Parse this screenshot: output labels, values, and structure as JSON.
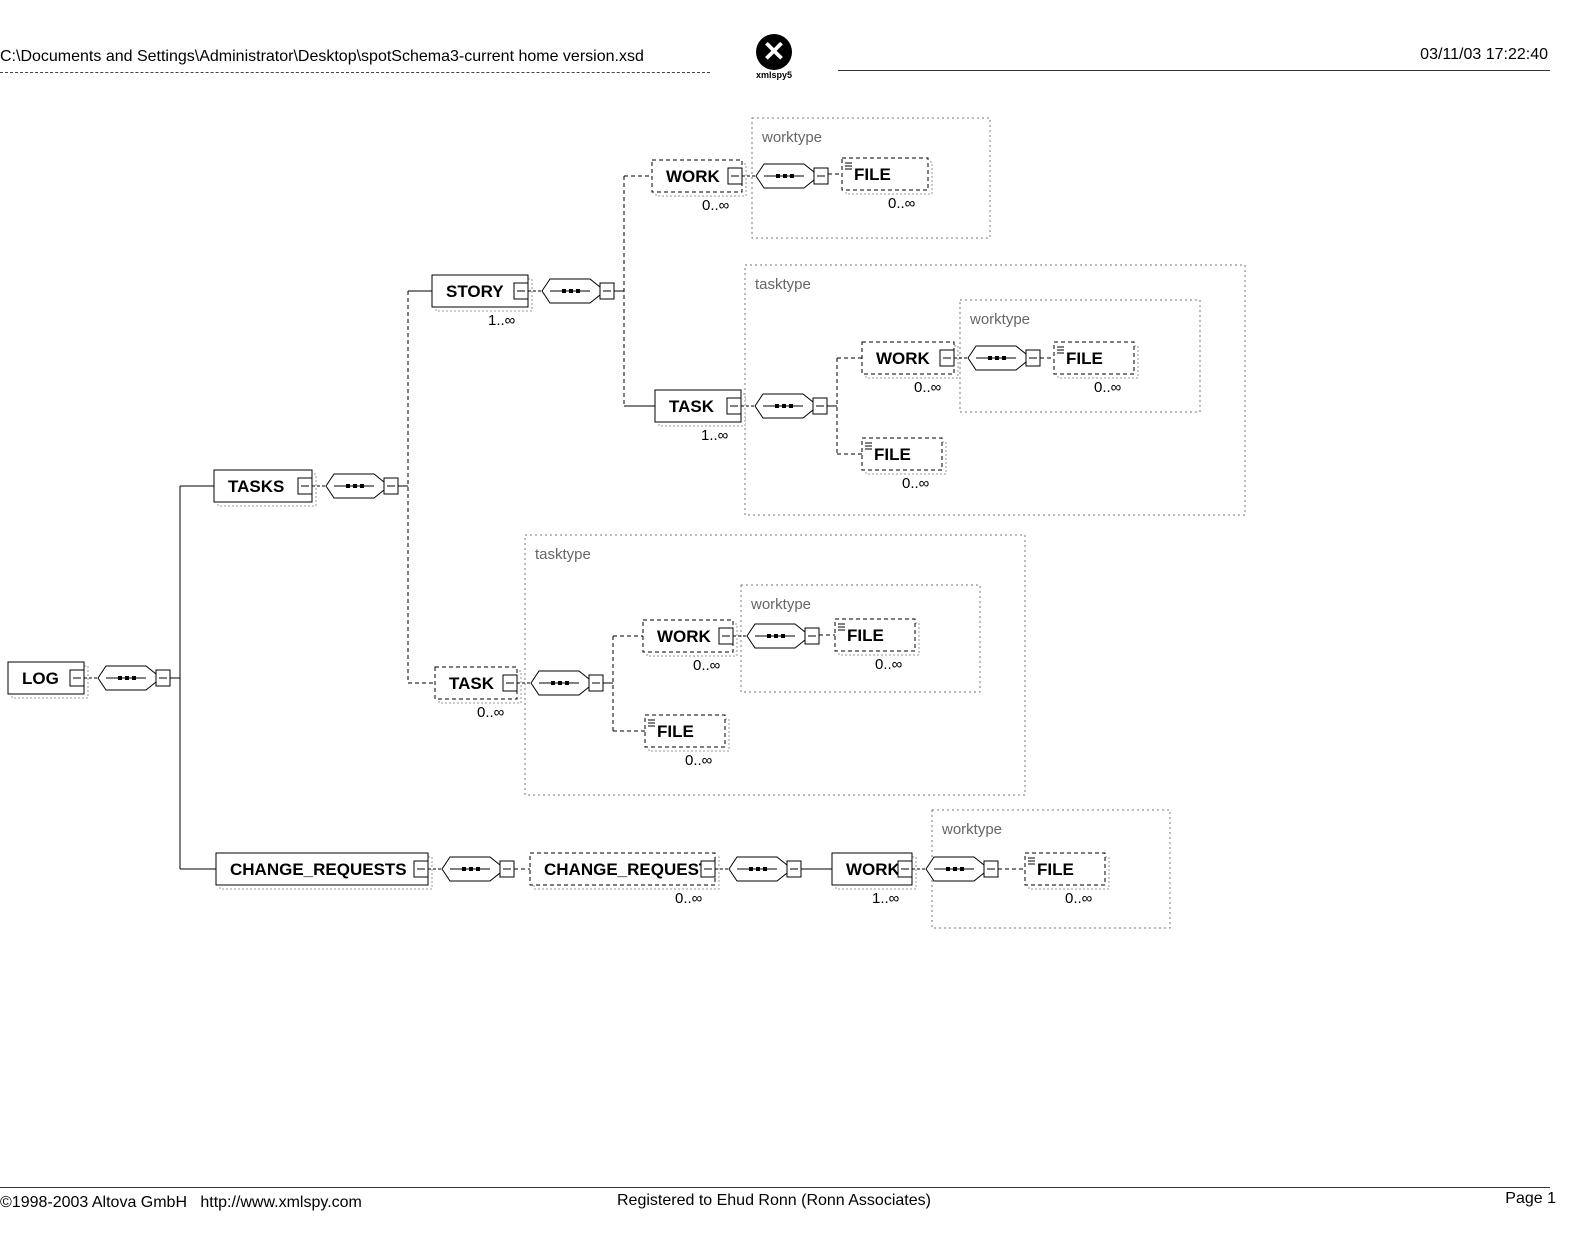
{
  "header": {
    "file_path": "C:\\Documents and Settings\\Administrator\\Desktop\\spotSchema3-current home version.xsd",
    "logo_text": "xmlspy5",
    "timestamp": "03/11/03 17:22:40"
  },
  "footer": {
    "copyright": "©1998-2003 Altova GmbH   http://www.xmlspy.com",
    "registered": "Registered to Ehud Ronn (Ronn Associates)",
    "page": "Page 1"
  },
  "groups": [
    {
      "id": "g1",
      "label": "worktype"
    },
    {
      "id": "g2",
      "label": "tasktype"
    },
    {
      "id": "g3",
      "label": "worktype"
    },
    {
      "id": "g4",
      "label": "tasktype"
    },
    {
      "id": "g5",
      "label": "worktype"
    },
    {
      "id": "g6",
      "label": "worktype"
    }
  ],
  "nodes": [
    {
      "id": "log",
      "label": "LOG",
      "cardinality": "",
      "optional": false,
      "children_seq": true
    },
    {
      "id": "tasks",
      "label": "TASKS",
      "cardinality": "",
      "optional": false,
      "children_seq": true
    },
    {
      "id": "crs",
      "label": "CHANGE_REQUESTS",
      "cardinality": "",
      "optional": false,
      "children_seq": true
    },
    {
      "id": "story",
      "label": "STORY",
      "cardinality": "1..∞",
      "optional": false,
      "children_seq": true
    },
    {
      "id": "work1",
      "label": "WORK",
      "cardinality": "0..∞",
      "optional": true,
      "children_seq": true
    },
    {
      "id": "file1",
      "label": "FILE",
      "cardinality": "0..∞",
      "optional": true,
      "children_seq": false
    },
    {
      "id": "task1",
      "label": "TASK",
      "cardinality": "1..∞",
      "optional": false,
      "children_seq": true
    },
    {
      "id": "work2",
      "label": "WORK",
      "cardinality": "0..∞",
      "optional": true,
      "children_seq": true
    },
    {
      "id": "file2",
      "label": "FILE",
      "cardinality": "0..∞",
      "optional": true,
      "children_seq": false
    },
    {
      "id": "file3",
      "label": "FILE",
      "cardinality": "0..∞",
      "optional": true,
      "children_seq": false
    },
    {
      "id": "task2",
      "label": "TASK",
      "cardinality": "0..∞",
      "optional": true,
      "children_seq": true
    },
    {
      "id": "work3",
      "label": "WORK",
      "cardinality": "0..∞",
      "optional": true,
      "children_seq": true
    },
    {
      "id": "file4",
      "label": "FILE",
      "cardinality": "0..∞",
      "optional": true,
      "children_seq": false
    },
    {
      "id": "file5",
      "label": "FILE",
      "cardinality": "0..∞",
      "optional": true,
      "children_seq": false
    },
    {
      "id": "cr",
      "label": "CHANGE_REQUEST",
      "cardinality": "0..∞",
      "optional": true,
      "children_seq": true
    },
    {
      "id": "work4",
      "label": "WORK",
      "cardinality": "1..∞",
      "optional": false,
      "children_seq": true
    },
    {
      "id": "file6",
      "label": "FILE",
      "cardinality": "0..∞",
      "optional": true,
      "children_seq": false
    }
  ],
  "edges": [
    [
      "log",
      [
        "tasks",
        "crs"
      ]
    ],
    [
      "tasks",
      [
        "story",
        "task2"
      ]
    ],
    [
      "story",
      [
        "work1",
        "task1"
      ]
    ],
    [
      "work1",
      [
        "file1"
      ]
    ],
    [
      "task1",
      [
        "work2",
        "file3"
      ]
    ],
    [
      "work2",
      [
        "file2"
      ]
    ],
    [
      "task2",
      [
        "work3",
        "file5"
      ]
    ],
    [
      "work3",
      [
        "file4"
      ]
    ],
    [
      "crs",
      [
        "cr"
      ]
    ],
    [
      "cr",
      [
        "work4"
      ]
    ],
    [
      "work4",
      [
        "file6"
      ]
    ]
  ]
}
